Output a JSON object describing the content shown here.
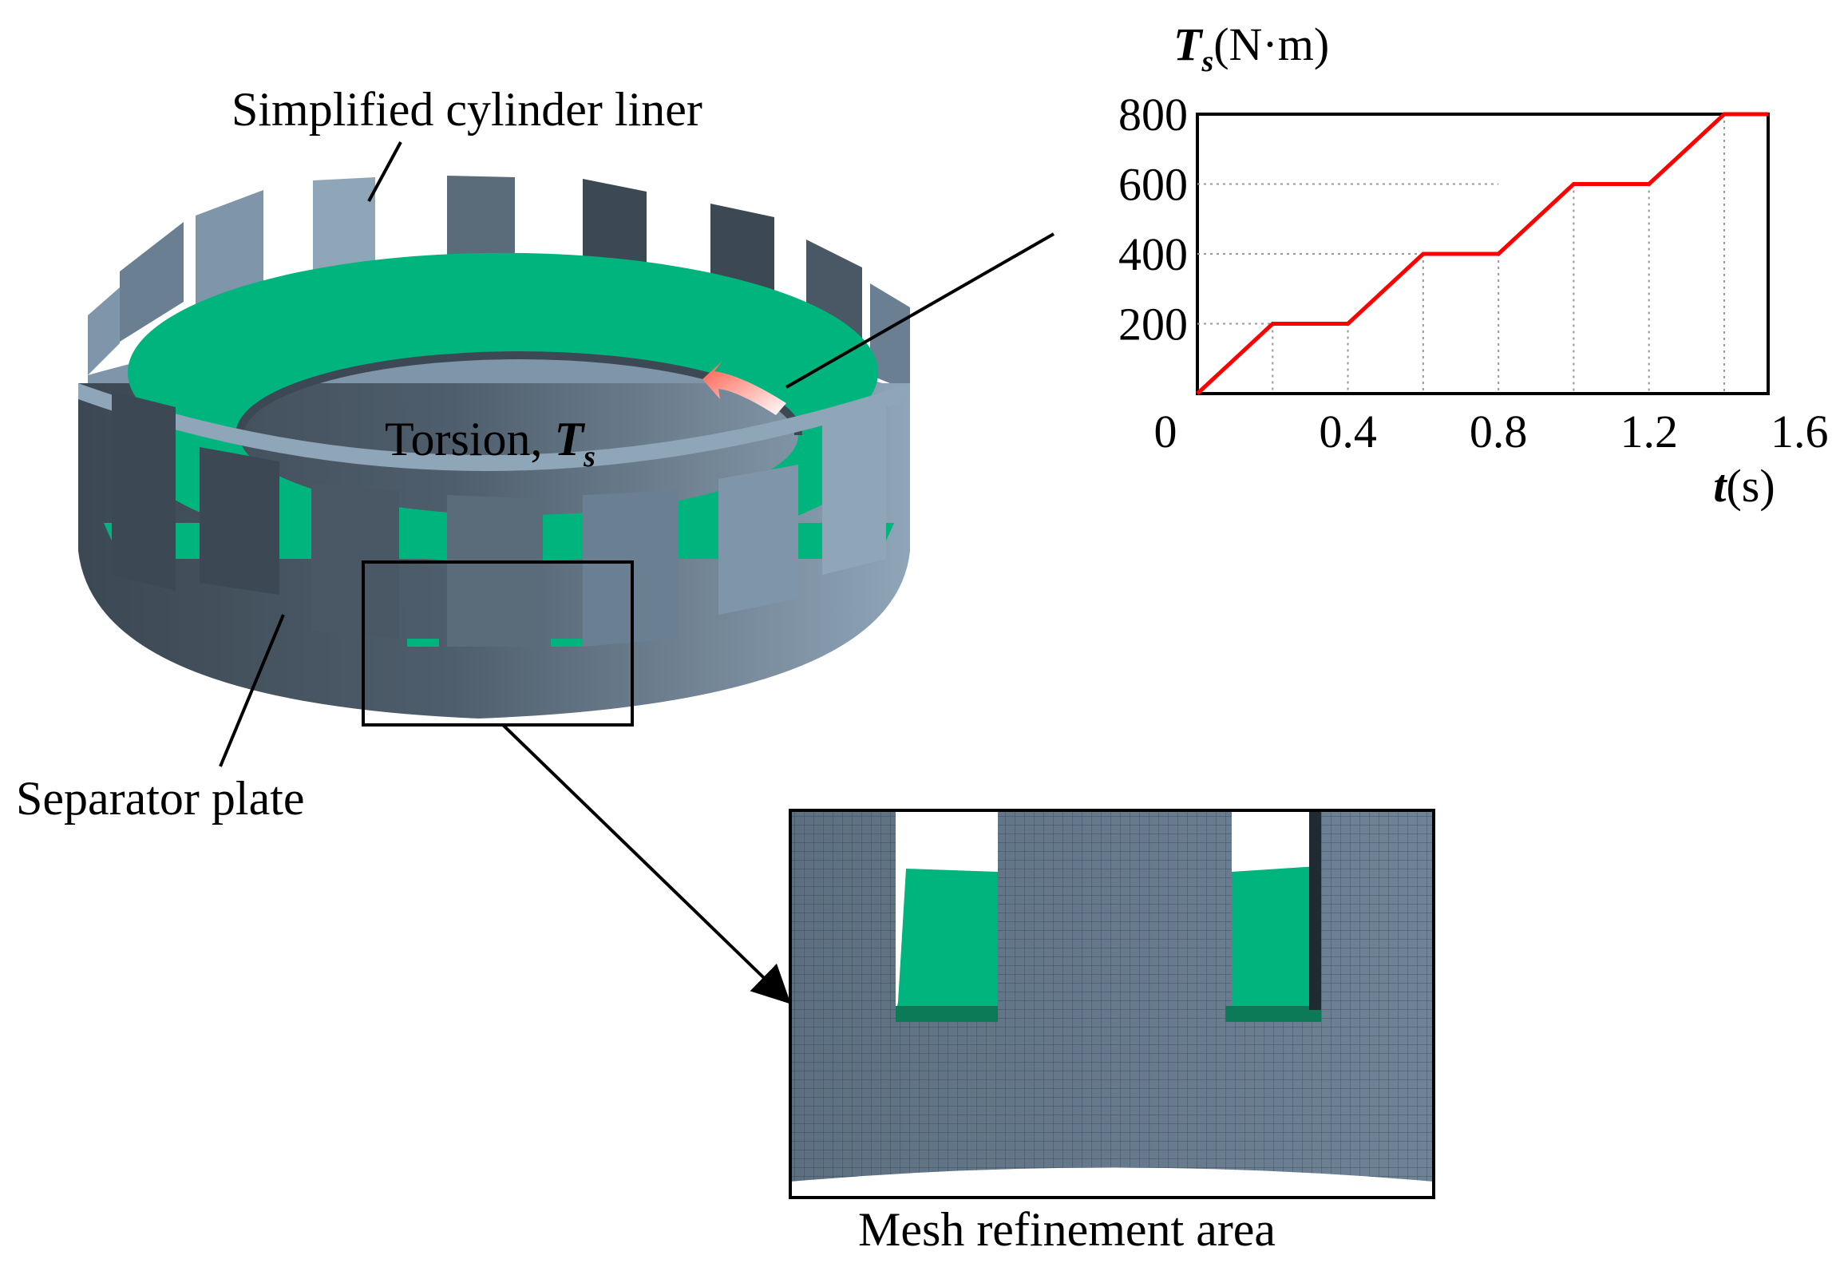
{
  "labels": {
    "liner": "Simplified cylinder liner",
    "plate": "Separator plate",
    "torsion_text": "Torsion, ",
    "torsion_symbol": "T",
    "torsion_sub": "s",
    "mesh": "Mesh refinement area"
  },
  "colors": {
    "liner_light": "#7f95a9",
    "liner_dark": "#3c4853",
    "plate": "#00b47e",
    "load_curve": "#ff0000",
    "mesh_line": "#1f2a33"
  },
  "chart_data": {
    "type": "line",
    "y_symbol": "T",
    "y_sub": "s",
    "y_unit": "(N·m)",
    "x_symbol": "t",
    "x_unit": "(s)",
    "x_ticks": [
      "0",
      "0.4",
      "0.8",
      "1.2",
      "1.6"
    ],
    "y_ticks": [
      "200",
      "400",
      "600",
      "800"
    ],
    "xlim": [
      0,
      1.6
    ],
    "ylim": [
      0,
      800
    ],
    "grid": "dotted guide lines",
    "series": [
      {
        "x": [
          0,
          0.2,
          0.4,
          0.6,
          0.8,
          1.0,
          1.2,
          1.4,
          1.6
        ],
        "y": [
          0,
          200,
          200,
          400,
          400,
          600,
          600,
          800,
          800
        ]
      }
    ]
  }
}
